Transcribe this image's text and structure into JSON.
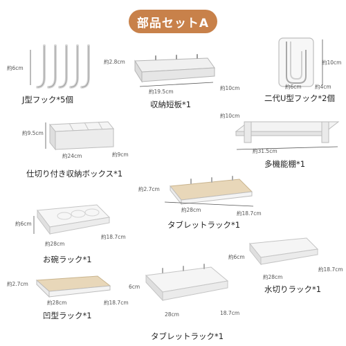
{
  "title": "部品セットA",
  "items": [
    {
      "name": "J型フック*5個",
      "dims": [
        "約6cm"
      ]
    },
    {
      "name": "収納短板*1",
      "dims": [
        "約2.8cm",
        "約19.5cm",
        "約10cm"
      ]
    },
    {
      "name": "二代U型フック*2個",
      "dims": [
        "約10cm",
        "約6cm",
        "約4cm"
      ]
    },
    {
      "name": "仕切り付き収納ボックス*1",
      "dims": [
        "約9.5cm",
        "約24cm",
        "約9cm"
      ]
    },
    {
      "name": "多機能棚*1",
      "dims": [
        "約10cm",
        "約31.5cm"
      ]
    },
    {
      "name": "タブレットラック*1",
      "dims": [
        "約2.7cm",
        "約28cm",
        "約18.7cm"
      ]
    },
    {
      "name": "お碗ラック*1",
      "dims": [
        "約6cm",
        "約28cm",
        "約18.7cm"
      ]
    },
    {
      "name": "水切りラック*1",
      "dims": [
        "約6cm",
        "約28cm",
        "約18.7cm"
      ]
    },
    {
      "name": "凹型ラック*1",
      "dims": [
        "約2.7cm",
        "約28cm",
        "約18.7cm"
      ]
    },
    {
      "name": "タブレットラック*1",
      "dims": [
        "6cm",
        "28cm",
        "18.7cm"
      ]
    }
  ]
}
